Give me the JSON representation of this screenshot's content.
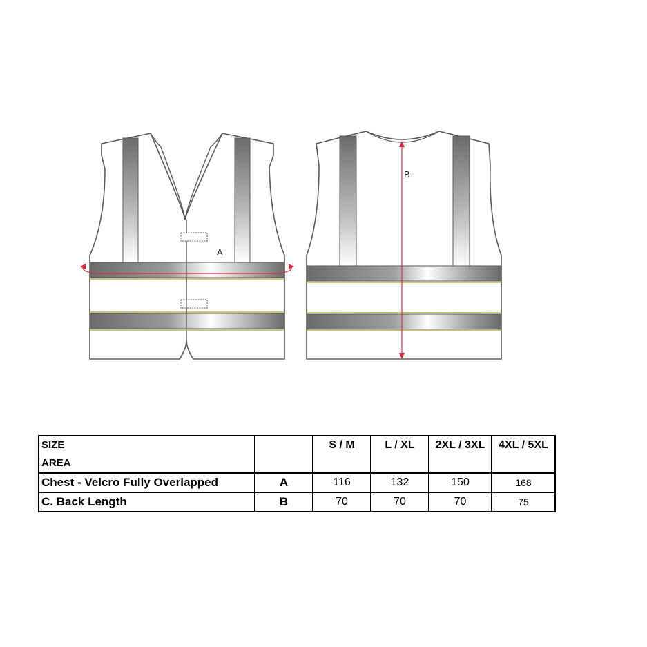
{
  "diagram": {
    "front_label": "A",
    "back_label": "B"
  },
  "table": {
    "header_size": "SIZE",
    "header_area": "AREA",
    "code_header": "",
    "sizes": [
      "S / M",
      "L / XL",
      "2XL / 3XL",
      "4XL / 5XL"
    ],
    "rows": [
      {
        "area": "Chest - Velcro Fully Overlapped",
        "code": "A",
        "values": [
          "116",
          "132",
          "150",
          "168"
        ]
      },
      {
        "area": "C. Back Length",
        "code": "B",
        "values": [
          "70",
          "70",
          "70",
          "75"
        ]
      }
    ]
  },
  "colors": {
    "outline": "#5a5a5a",
    "reflective_dark": "#6e6e6e",
    "reflective_light": "#ffffff",
    "stripe_edge": "#b9b24a",
    "measure": "#d0303c"
  }
}
